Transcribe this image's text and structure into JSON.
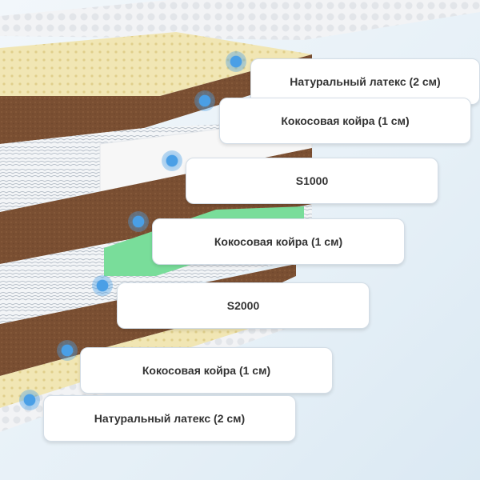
{
  "layers": [
    {
      "label": "Натуральный латекс (2 см)"
    },
    {
      "label": "Кокосовая койра (1 см)"
    },
    {
      "label": "S1000"
    },
    {
      "label": "Кокосовая койра (1 см)"
    },
    {
      "label": "S2000"
    },
    {
      "label": "Кокосовая койра (1 см)"
    },
    {
      "label": "Натуральный латекс (2 см)"
    }
  ],
  "colors": {
    "latex": "#f1e6b4",
    "coir": "#7a4f32",
    "springs": "#eef1f4",
    "foam_white": "#f7f7f7",
    "foam_green": "#79dd9a",
    "marker": "#4a9fe6"
  }
}
